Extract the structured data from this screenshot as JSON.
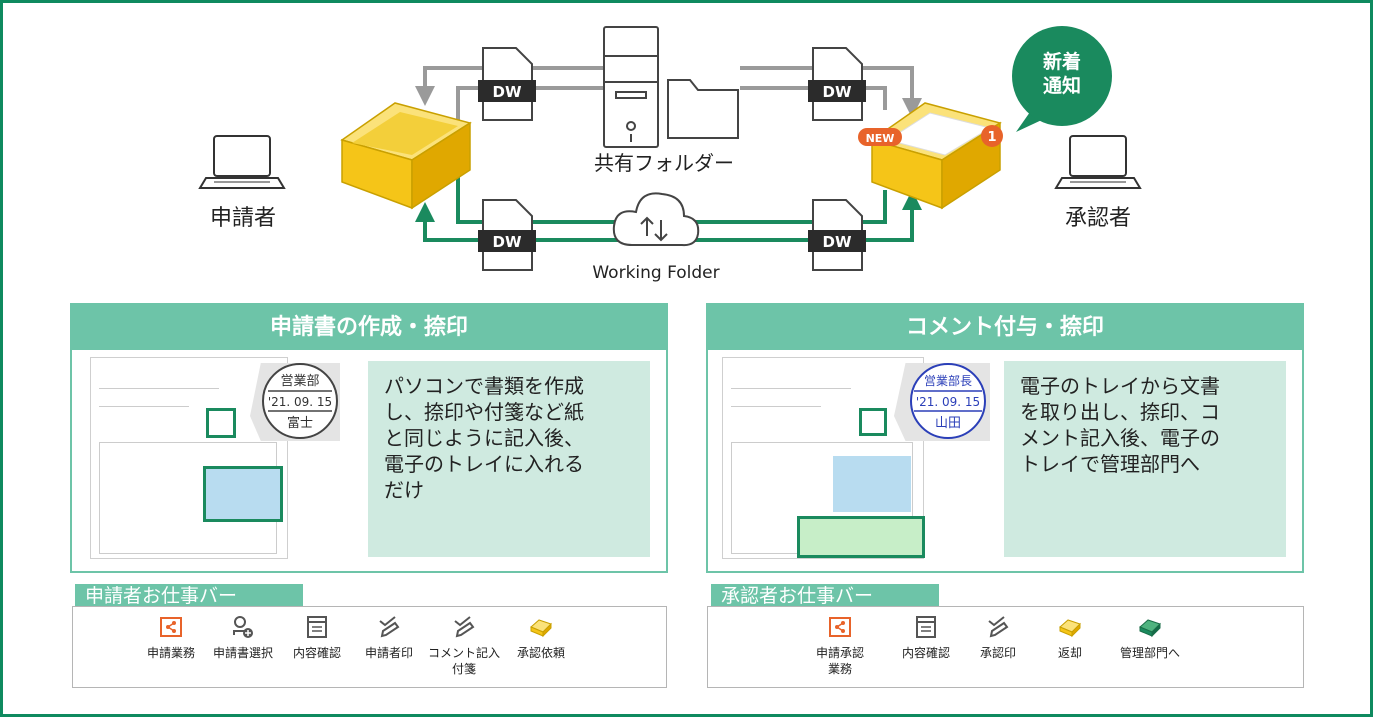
{
  "diagram": {
    "applicant_label": "申請者",
    "approver_label": "承認者",
    "shared_folder_label": "共有フォルダー",
    "working_folder_label": "Working Folder",
    "file_badge": "DW",
    "new_badge": "NEW",
    "count_badge": "1",
    "notification": {
      "line1": "新着",
      "line2": "通知"
    }
  },
  "left_panel": {
    "title": "申請書の作成・捺印",
    "description": [
      "パソコンで書類を作成",
      "し、捺印や付箋など紙",
      "と同じように記入後、",
      "電子のトレイに入れる",
      "だけ"
    ],
    "stamp": {
      "top": "営業部",
      "date": "'21. 09. 15",
      "name": "富士"
    }
  },
  "right_panel": {
    "title": "コメント付与・捺印",
    "description": [
      "電子のトレイから文書",
      "を取り出し、捺印、コ",
      "メント記入後、電子の",
      "トレイで管理部門へ"
    ],
    "stamp": {
      "top": "営業部長",
      "date": "'21. 09. 15",
      "name": "山田"
    }
  },
  "left_bar": {
    "label": "申請者お仕事バー",
    "tools": [
      {
        "label": "申請業務",
        "icon": "share-box-icon"
      },
      {
        "label": "申請書選択",
        "icon": "user-add-icon"
      },
      {
        "label": "内容確認",
        "icon": "document-window-icon"
      },
      {
        "label": "申請者印",
        "icon": "stamp-check-icon"
      },
      {
        "label": "コメント記入\n付箋",
        "icon": "stamp-check-icon"
      },
      {
        "label": "承認依頼",
        "icon": "yellow-tray-icon"
      }
    ]
  },
  "right_bar": {
    "label": "承認者お仕事バー",
    "tools": [
      {
        "label": "申請承認\n業務",
        "icon": "share-box-icon"
      },
      {
        "label": "内容確認",
        "icon": "document-window-icon"
      },
      {
        "label": "承認印",
        "icon": "stamp-check-icon"
      },
      {
        "label": "返却",
        "icon": "yellow-tray-icon"
      },
      {
        "label": "管理部門へ",
        "icon": "green-tray-icon"
      }
    ]
  },
  "colors": {
    "border": "#0f8a5f",
    "panel_header": "#6dc4a8",
    "description_bg": "#cfeae0",
    "arrow_green": "#1a8a5e",
    "arrow_gray": "#9a9a9a",
    "tray": "#f5c518",
    "badge_orange": "#e8632a"
  }
}
